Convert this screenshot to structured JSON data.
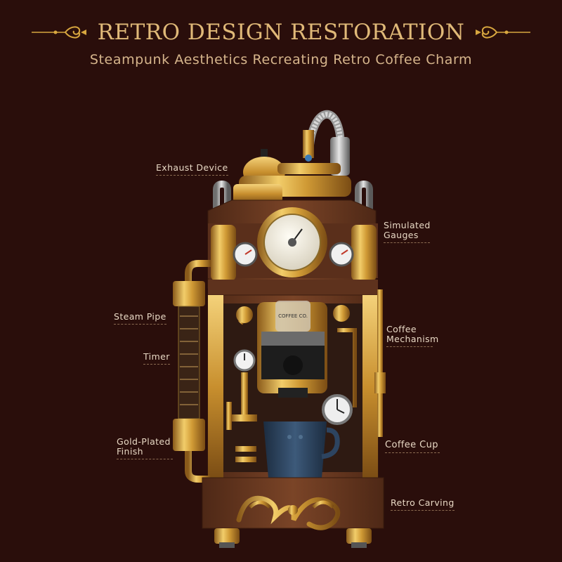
{
  "header": {
    "title": "RETRO DESIGN RESTORATION",
    "subtitle": "Steampunk Aesthetics Recreating Retro Coffee Charm"
  },
  "labels": {
    "exhaust_device": "Exhaust Device",
    "simulated_gauges_line1": "Simulated",
    "simulated_gauges_line2": "Gauges",
    "steam_pipe": "Steam Pipe",
    "coffee_mechanism_line1": "Coffee",
    "coffee_mechanism_line2": "Mechanism",
    "timer": "Timer",
    "gold_plated_line1": "Gold-Plated",
    "gold_plated_line2": "Finish",
    "coffee_cup": "Coffee Cup",
    "retro_carving": "Retro Carving"
  },
  "machine": {
    "glass_text": "COFFEE CO."
  },
  "colors": {
    "background": "#2a0e0b",
    "gold": "#d8a73f",
    "wood": "#6b3a22",
    "cup_blue": "#2d4460",
    "title": "#e0b978"
  }
}
